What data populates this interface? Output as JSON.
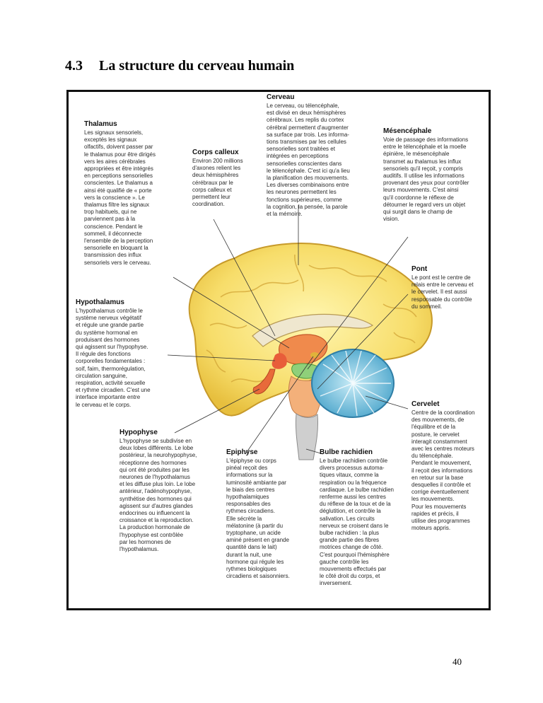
{
  "section": {
    "number": "4.3",
    "title": "La structure du cerveau humain"
  },
  "page_number": "40",
  "labels": {
    "cerveau": {
      "title": "Cerveau",
      "text": "Le cerveau, ou télencéphale,\nest divisé en deux hémisphères\ncérébraux. Les replis du cortex\ncérébral permettent d'augmenter\nsa surface par trois. Les informa-\ntions transmises par les cellules\nsensorielles sont traitées et\nintégrées en perceptions\nsensorielles conscientes dans\nle télencéphale. C'est ici qu'a lieu\nla planification des mouvements.\nLes diverses combinaisons entre\nles neurones permettent les\nfonctions supérieures, comme\nla cognition, la pensée, la parole\net la mémoire."
    },
    "thalamus": {
      "title": "Thalamus",
      "text": "Les signaux sensoriels,\nexceptés les signaux\nolfactifs, doivent passer par\nle thalamus pour être dirigés\nvers les aires cérébrales\nappropriées et être intégrés\nen perceptions sensorielles\nconscientes. Le thalamus a\nainsi été qualifié de « porte\nvers la conscience ». Le\nthalamus filtre les signaux\ntrop habituels, qui ne\nparviennent pas à la\nconscience. Pendant le\nsommeil, il déconnecte\nl'ensemble de la perception\nsensorielle en bloquant la\ntransmission des influx\nsensoriels vers le cerveau."
    },
    "corps_calleux": {
      "title": "Corps calleux",
      "text": "Environ 200 millions\nd'axones relient les\ndeux hémisphères\ncérébraux par le\ncorps calleux et\npermettent leur\ncoordination."
    },
    "mesencephale": {
      "title": "Mésencéphale",
      "text": "Voie de passage des informations\nentre le télencéphale et la moelle\népinière, le mésencéphale\ntransmet au thalamus les influx\nsensoriels qu'il reçoit, y compris\nauditifs. Il utilise les informations\nprovenant des yeux pour contrôler\nleurs mouvements. C'est ainsi\nqu'il coordonne le réflexe de\ndétourner le regard vers un objet\nqui surgit dans le champ de\nvision."
    },
    "pont": {
      "title": "Pont",
      "text": "Le pont est le centre de\nrelais entre le cerveau et\nle cervelet. Il est aussi\nresponsable du contrôle\ndu sommeil."
    },
    "hypothalamus": {
      "title": "Hypothalamus",
      "text": "L'hypothalamus contrôle le\nsystème nerveux végétatif\net régule une grande partie\ndu système hormonal en\nproduisant des hormones\nqui agissent sur l'hypophyse.\nIl régule des fonctions\ncorporelles fondamentales :\nsoif, faim, thermorégulation,\ncirculation sanguine,\nrespiration, activité sexuelle\net rythme circadien. C'est une\ninterface importante entre\nle cerveau et le corps."
    },
    "cervelet": {
      "title": "Cervelet",
      "text": "Centre de la coordination\ndes mouvements, de\nl'équilibre et de la\nposture, le cervelet\ninteragit constamment\navec les centres moteurs\ndu télencéphale.\nPendant le mouvement,\nil reçoit des informations\nen retour sur la base\ndesquelles il contrôle et\ncorrige éventuellement\nles mouvements.\nPour les mouvements\nrapides et précis, il\nutilise des programmes\nmoteurs appris."
    },
    "hypophyse": {
      "title": "Hypophyse",
      "text": "L'hypophyse se subdivise en\ndeux lobes différents. Le lobe\npostérieur, la neurohypophyse,\nréceptionne des hormones\nqui ont été produites par les\nneurones de l'hypothalamus\net les diffuse plus loin. Le lobe\nantérieur, l'adénohypophyse,\nsynthétise des hormones qui\nagissent sur d'autres glandes\nendocrines ou influencent la\ncroissance et la reproduction.\nLa production hormonale de\nl'hypophyse est contrôlée\npar les hormones de\nl'hypothalamus."
    },
    "epiphyse": {
      "title": "Epiphyse",
      "text": "L'épiphyse ou corps\npinéal reçoit des\ninformations sur la\nluminosité ambiante par\nle biais des centres\nhypothalamiques\nresponsables des\nrythmes circadiens.\nElle sécrète la\nmélatonine (à partir du\ntryptophane, un acide\naminé présent en grande\nquantité dans le lait)\ndurant la nuit, une\nhormone qui régule les\nrythmes biologiques\ncircadiens et saisonniers."
    },
    "bulbe": {
      "title": "Bulbe rachidien",
      "text": "Le bulbe rachidien contrôle\ndivers processus automa-\ntiques vitaux, comme la\nrespiration ou la fréquence\ncardiaque. Le bulbe rachidien\nrenferme aussi les centres\ndu réflexe de la toux et de la\ndéglutition, et contrôle la\nsalivation. Les circuits\nnerveux se croisent dans le\nbulbe rachidien : la plus\ngrande partie des fibres\nmotrices change de côté.\nC'est pourquoi l'hémisphère\ngauche contrôle les\nmouvements effectués par\nle côté droit du corps, et\ninversement."
    }
  }
}
